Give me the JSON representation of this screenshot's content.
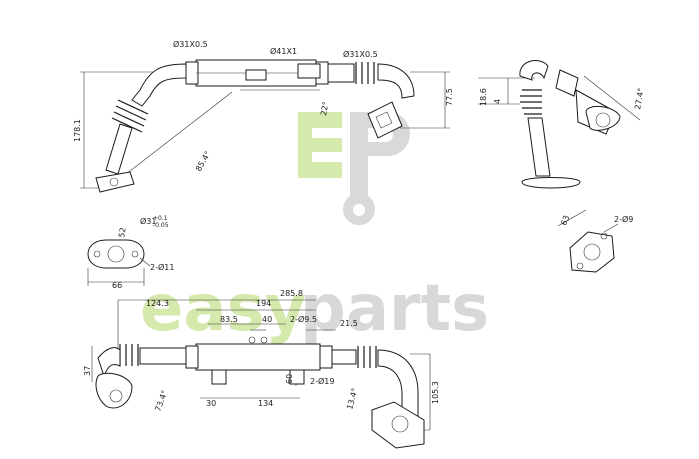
{
  "watermark": {
    "text_left": "easy",
    "text_right": "parts",
    "green": "#b6d86a",
    "grey": "#b9b9b9"
  },
  "top_left_view": {
    "d_left": "Ø31X0.5",
    "d_mid": "Ø41X1",
    "d_right": "Ø31X0.5",
    "height_178": "178.1",
    "height_77": "77.5",
    "angle_22": "22°",
    "angle_85": "85.4°"
  },
  "flange_small": {
    "d_bolt": "Ø31",
    "tol_plus": "+0.1",
    "tol_minus": "-0.05",
    "width": "66",
    "width_52": "52",
    "holes": "2-Ø11"
  },
  "side_view": {
    "d_18": "18.6",
    "d_4": "4",
    "angle_27": "27.4°"
  },
  "flange_right": {
    "d_63": "63",
    "holes": "2-Ø9"
  },
  "bottom_view": {
    "overall": "285.8",
    "len_124": "124.3",
    "len_194": "194",
    "len_83": "83.5",
    "len_40": "40",
    "holes_top": "2-Ø9.5",
    "len_21": "21.5",
    "h_37": "37",
    "angle_73": "73.4°",
    "len_30": "30",
    "len_134": "134",
    "h_60": "60",
    "holes_bottom": "2-Ø19",
    "angle_13": "13.4°",
    "h_105": "105.3"
  }
}
